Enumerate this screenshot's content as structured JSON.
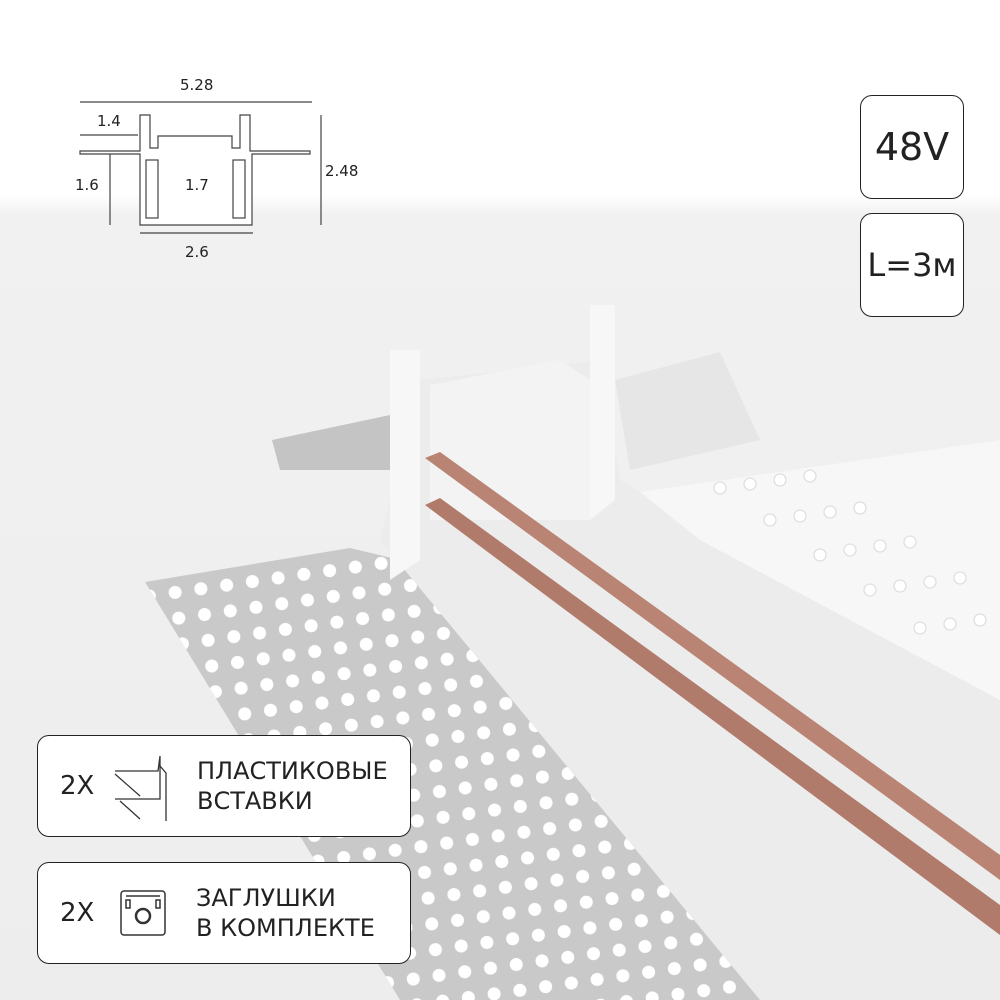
{
  "diagram": {
    "dims": {
      "width_total": "5.28",
      "flange": "1.4",
      "depth": "1.6",
      "inner": "1.7",
      "body": "2.6",
      "height": "2.48"
    }
  },
  "badges": {
    "voltage": "48V",
    "length": "L=3м"
  },
  "included": [
    {
      "qty": "2X",
      "icon": "plastic-insert-icon",
      "line1": "ПЛАСТИКОВЫЕ",
      "line2": "ВСТАВКИ"
    },
    {
      "qty": "2X",
      "icon": "end-cap-icon",
      "line1": "ЗАГЛУШКИ",
      "line2": "В КОМПЛЕКТЕ"
    }
  ],
  "colors": {
    "copper": "#b98473",
    "profile": "#f4f4f4",
    "flange": "#c9c9c9"
  }
}
